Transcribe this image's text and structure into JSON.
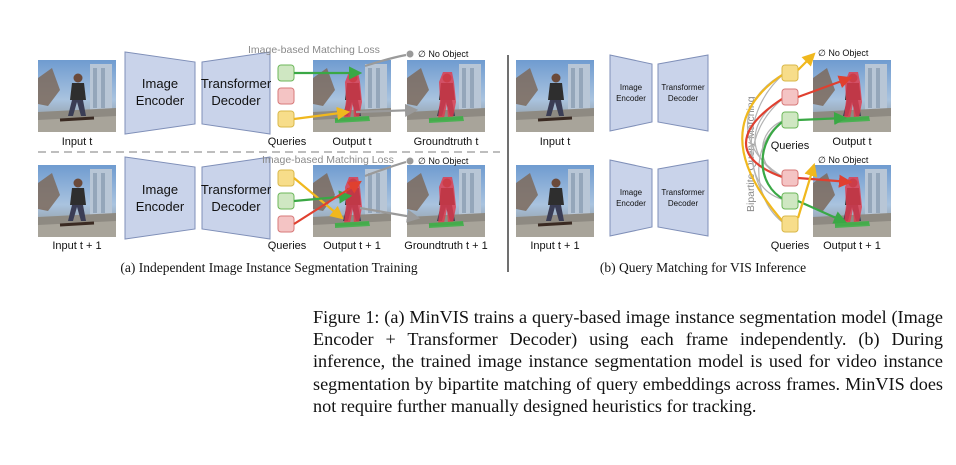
{
  "figure": {
    "panel_a": {
      "encoder_label": [
        "Image",
        "Encoder"
      ],
      "decoder_label": [
        "Transformer",
        "Decoder"
      ],
      "loss_label": "Image-based Matching Loss",
      "no_object_label": "∅ No Object",
      "row1": {
        "input_label": "Input t",
        "queries_label": "Queries",
        "output_label": "Output t",
        "groundtruth_label": "Groundtruth t"
      },
      "row2": {
        "input_label": "Input t + 1",
        "queries_label": "Queries",
        "output_label": "Output t + 1",
        "groundtruth_label": "Groundtruth t + 1"
      },
      "subcaption": "(a) Independent Image Instance Segmentation Training"
    },
    "panel_b": {
      "encoder_label": [
        "Image",
        "Encoder"
      ],
      "decoder_label": [
        "Transformer",
        "Decoder"
      ],
      "matching_label": "Bipartite Query Matching",
      "no_object_label": "∅ No Object",
      "row1": {
        "input_label": "Input t",
        "queries_label": "Queries",
        "output_label": "Output t"
      },
      "row2": {
        "input_label": "Input t + 1",
        "queries_label": "Queries",
        "output_label": "Output t + 1"
      },
      "subcaption": "(b) Query Matching for VIS Inference"
    },
    "colors": {
      "box_fill": "#c9d3ea",
      "box_stroke": "#7f8fb8",
      "query_yellow": "#f7dd8a",
      "query_red": "#f4c4c4",
      "query_green": "#cfe7c2",
      "arrow_yellow": "#f0b81e",
      "arrow_red": "#e0402f",
      "arrow_green": "#3aa845",
      "mask_red": "#e03a4d",
      "mask_green": "#46b24f",
      "loss_gray": "#9a9a9a"
    }
  },
  "caption": "Figure 1: (a) MinVIS trains a query-based image instance segmentation model (Image Encoder + Transformer Decoder) using each frame independently. (b) During inference, the trained image instance segmentation model is used for video instance segmentation by bipartite matching of query embeddings across frames. MinVIS does not require further manually designed heuristics for tracking."
}
